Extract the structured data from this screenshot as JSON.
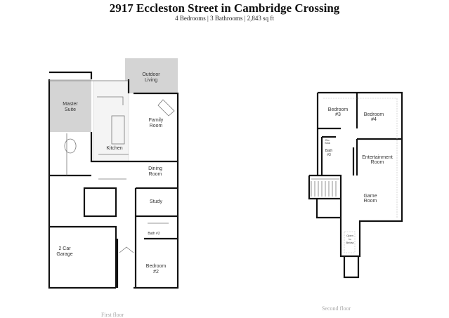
{
  "header": {
    "title": "2917 Eccleston Street in Cambridge Crossing",
    "subtitle": "4 Bedrooms | 3 Bathrooms | 2,843 sq ft"
  },
  "first_floor": {
    "label": "First floor",
    "rooms": {
      "outdoor": [
        "Outdoor",
        "Living"
      ],
      "master": [
        "Master",
        "Suite"
      ],
      "family": [
        "Family",
        "Room"
      ],
      "kitchen": "Kitchen",
      "dining": [
        "Dining",
        "Room"
      ],
      "study": "Study",
      "bath2": "Bath #2",
      "garage": [
        "2 Car",
        "Garage"
      ],
      "bedroom2": [
        "Bedroom",
        "#2"
      ]
    }
  },
  "second_floor": {
    "label": "Second floor",
    "rooms": {
      "bedroom3": [
        "Bedroom",
        "#3"
      ],
      "bedroom4": [
        "Bedroom",
        "#4"
      ],
      "clo": [
        "Clo.",
        "Sink"
      ],
      "bath3": [
        "Bath",
        "#3"
      ],
      "entertainment": [
        "Entertainment",
        "Room"
      ],
      "game": [
        "Game",
        "Room"
      ],
      "open": [
        "Open",
        "to",
        "Below"
      ]
    }
  },
  "colors": {
    "shaded_room": "#d4d4d4"
  }
}
